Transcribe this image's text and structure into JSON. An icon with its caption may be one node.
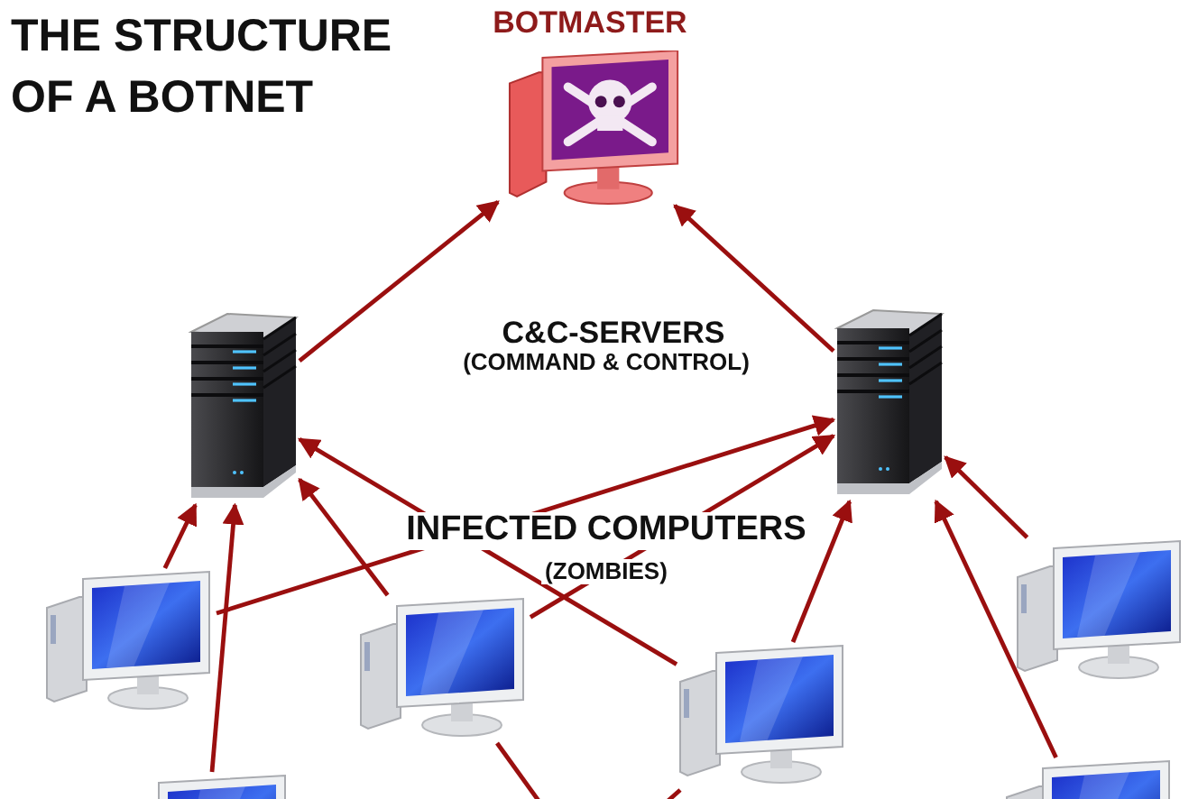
{
  "diagram": {
    "title": "THE STRUCTURE OF A BOTNET",
    "nodes": [
      {
        "text": [
          "BOTMASTER"
        ]
      },
      {
        "text": [],
        "shape": "picture"
      },
      {
        "text": [],
        "shape": "picture"
      },
      {
        "text": [],
        "shape": "picture"
      },
      {
        "text": [],
        "shape": "picture"
      },
      {
        "text": [],
        "shape": "picture"
      },
      {
        "text": [],
        "shape": "picture"
      },
      {
        "text": [],
        "shape": "picture"
      },
      {
        "text": [],
        "shape": "picture"
      }
    ],
    "edges": [
      {
        "from": 1,
        "to": 0,
        "arrow": "to"
      },
      {
        "from": 2,
        "to": 0,
        "arrow": "to"
      },
      {
        "from": 3,
        "to": 1,
        "arrow": "to"
      },
      {
        "from": 3,
        "to": 2,
        "arrow": "to"
      },
      {
        "from": 4,
        "to": 1,
        "arrow": "to"
      },
      {
        "from": 4,
        "to": 2,
        "arrow": "to"
      },
      {
        "from": 5,
        "to": 1,
        "arrow": "to"
      },
      {
        "from": 5,
        "to": 2,
        "arrow": "to"
      },
      {
        "from": 6,
        "to": 2,
        "arrow": "to"
      },
      {
        "from": 7,
        "to": 1,
        "arrow": "to"
      },
      {
        "from": 8,
        "to": 2,
        "arrow": "to"
      },
      {
        "from": null,
        "to": 4,
        "arrow": "none"
      },
      {
        "from": null,
        "to": 5,
        "arrow": "none"
      }
    ],
    "labels": [
      "C&C-SERVERS",
      "(COMMAND & CONTROL)",
      "INFECTED COMPUTERS",
      "(ZOMBIES)"
    ]
  }
}
